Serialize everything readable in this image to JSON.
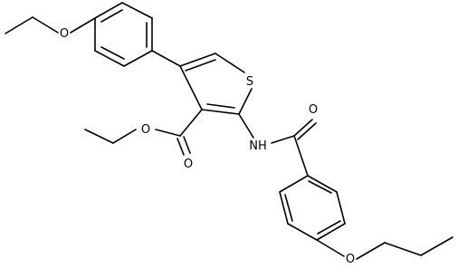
{
  "molecule": {
    "atoms": {
      "sulfur": "S",
      "amide_nh": "NH",
      "ester_ether_o": "O",
      "ester_carbonyl_o": "O",
      "amide_carbonyl_o": "O",
      "ethoxy_o": "O",
      "propoxy_o": "O"
    },
    "colors": {
      "bond": "#000000",
      "background": "#ffffff"
    }
  }
}
